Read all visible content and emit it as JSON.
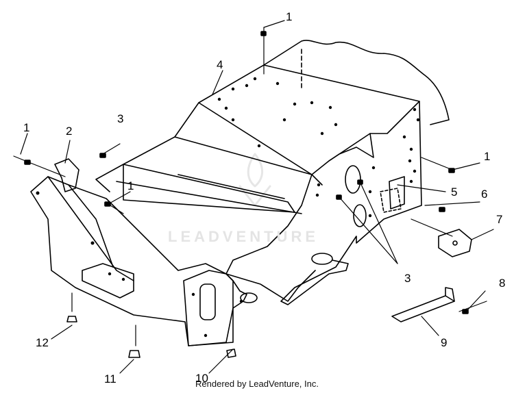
{
  "callouts": {
    "c1_top": "1",
    "c1_left": "1",
    "c1_inner": "1",
    "c1_right": "1",
    "c2": "2",
    "c3_left": "3",
    "c3_center": "3",
    "c4": "4",
    "c5": "5",
    "c6": "6",
    "c7": "7",
    "c8": "8",
    "c9": "9",
    "c10": "10",
    "c11": "11",
    "c12": "12"
  },
  "watermark": "LEADVENTURE",
  "credit": "Rendered by LeadVenture, Inc."
}
